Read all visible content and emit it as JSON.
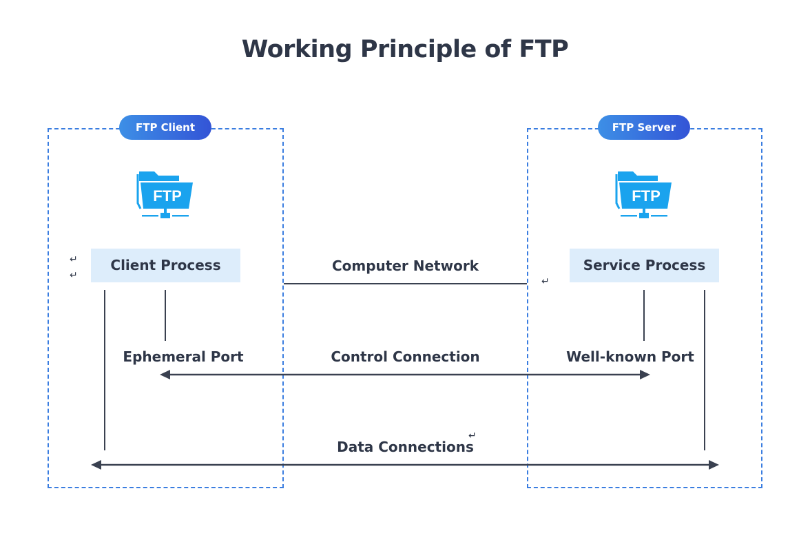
{
  "title": "Working Principle of FTP",
  "client": {
    "badge": "FTP Client",
    "icon_label": "FTP",
    "process": "Client Process",
    "port": "Ephemeral Port"
  },
  "server": {
    "badge": "FTP Server",
    "icon_label": "FTP",
    "process": "Service Process",
    "port": "Well-known Port"
  },
  "links": {
    "network": "Computer Network",
    "control": "Control Connection",
    "data": "Data Connections"
  },
  "return_mark": "↵",
  "colors": {
    "frame": "#3a7de0",
    "badge_start": "#3d8fe6",
    "badge_end": "#3354d6",
    "process_bg": "#ddedfb",
    "icon": "#1aa3ee",
    "line": "#3a4150",
    "text": "#2e3647"
  }
}
